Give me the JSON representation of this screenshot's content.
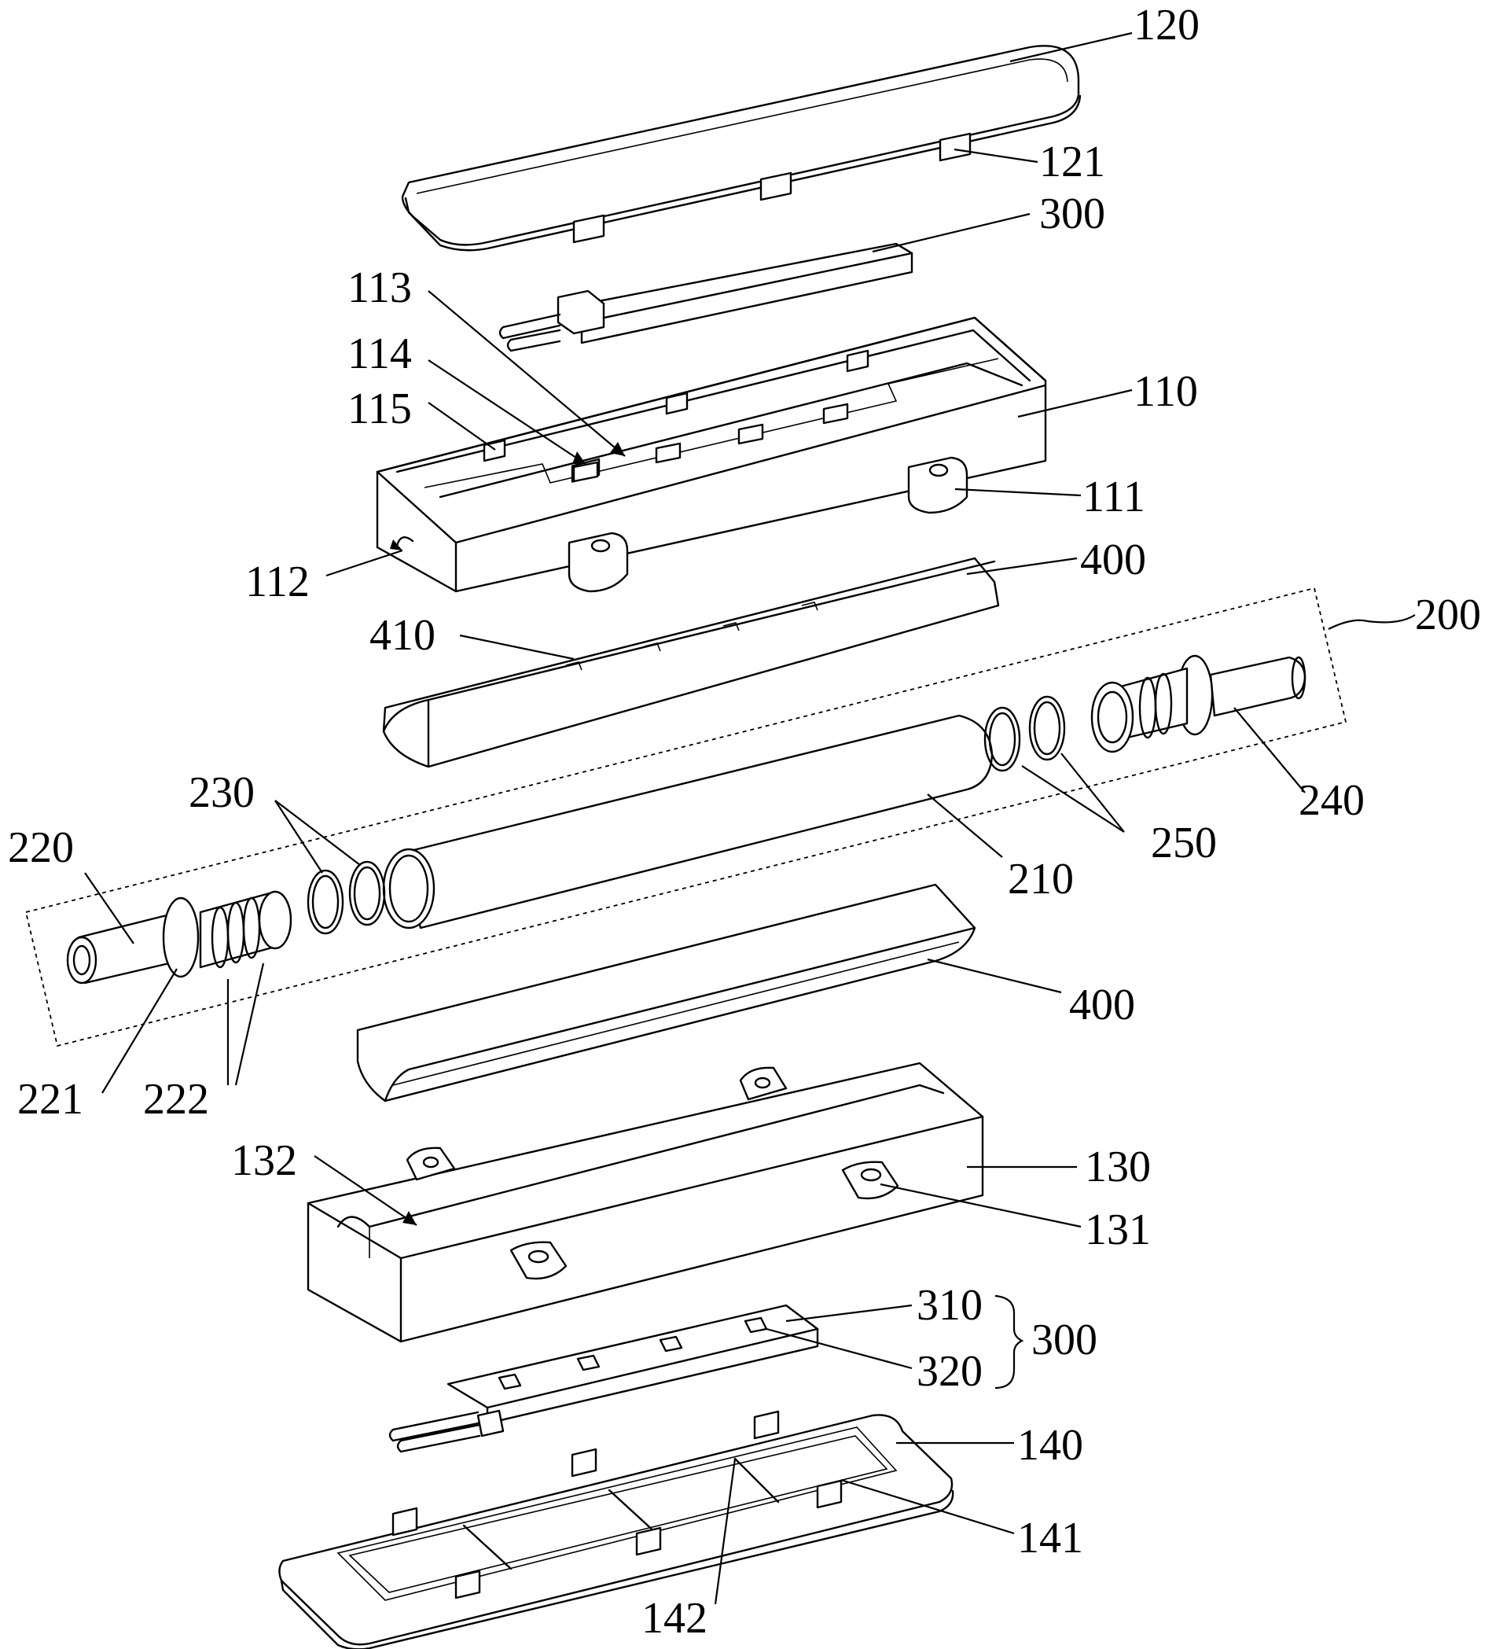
{
  "labels": {
    "l120": "120",
    "l121": "121",
    "l300a": "300",
    "l113": "113",
    "l114": "114",
    "l115": "115",
    "l110": "110",
    "l111": "111",
    "l112": "112",
    "l400a": "400",
    "l410": "410",
    "l200": "200",
    "l230": "230",
    "l220": "220",
    "l240": "240",
    "l250": "250",
    "l210": "210",
    "l400b": "400",
    "l221": "221",
    "l222": "222",
    "l132": "132",
    "l130": "130",
    "l131": "131",
    "l310": "310",
    "l300b": "300",
    "l320": "320",
    "l140": "140",
    "l141": "141",
    "l142": "142"
  }
}
